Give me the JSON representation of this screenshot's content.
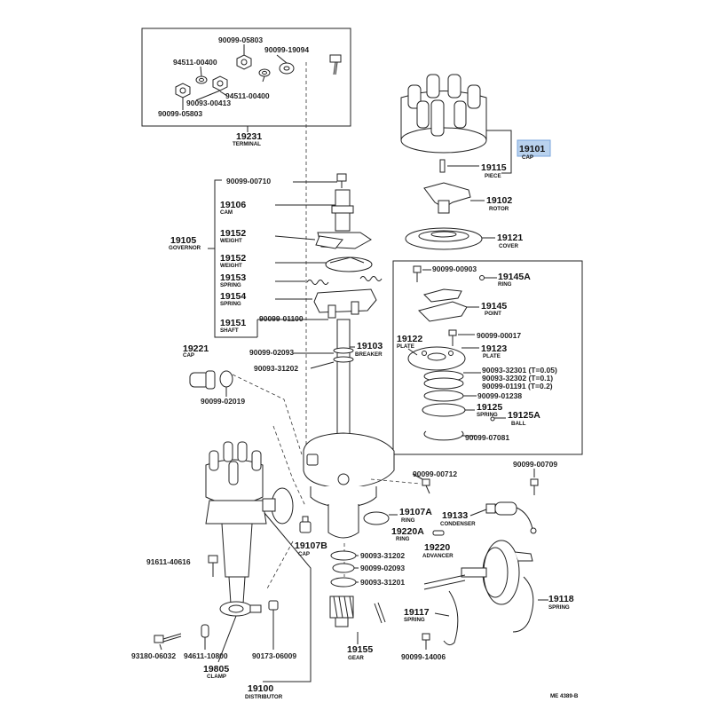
{
  "labels": {
    "terminal_box": {
      "p_90099_05803_a": "90099-05803",
      "p_90099_05803_b": "90099-05803",
      "p_94511_00400_a": "94511-00400",
      "p_94511_00400_b": "94511-00400",
      "p_90093_00413": "90093-00413",
      "p_90099_19094": "90099-19094",
      "terminal_num": "19231",
      "terminal_name": "TERMINAL"
    },
    "cap": {
      "num": "19101",
      "name": "CAP"
    },
    "piece": {
      "num": "19115",
      "name": "PIECE"
    },
    "rotor": {
      "num": "19102",
      "name": "ROTOR"
    },
    "cover": {
      "num": "19121",
      "name": "COVER"
    },
    "governor": {
      "p_90099_00710": "90099-00710",
      "cam_num": "19106",
      "cam_name": "CAM",
      "weight1_num": "19152",
      "weight1_name": "WEIGHT",
      "weight2_num": "19152",
      "weight2_name": "WEIGHT",
      "spring_num": "19153",
      "spring_name": "SPRING",
      "spring2_num": "19154",
      "spring2_name": "SPRING",
      "shaft_num": "19151",
      "shaft_name": "SHAFT",
      "governor_num": "19105",
      "governor_name": "GOVERNOR",
      "p_90099_01100": "90099-01100"
    },
    "breaker_box": {
      "p_90099_00903": "90099-00903",
      "ring_num": "19145A",
      "ring_name": "RING",
      "point_num": "19145",
      "point_name": "POINT",
      "p_90099_00017": "90099-00017",
      "plate1_num": "19122",
      "plate1_name": "PLATE",
      "plate2_num": "19123",
      "plate2_name": "PLATE",
      "p_90093_32301": "90093-32301 (T=0.05)",
      "p_90093_32302": "90093-32302 (T=0.1)",
      "p_90099_01191": "90099-01191 (T=0.2)",
      "p_90099_01238": "90099-01238",
      "spring_num": "19125",
      "spring_name": "SPRING",
      "ball_num": "19125A",
      "ball_name": "BALL",
      "p_90099_07081": "90099-07081"
    },
    "breaker": {
      "num": "19103",
      "name": "BREAKER"
    },
    "p_90099_02093_a": "90099-02093",
    "p_90093_31202_a": "90093-31202",
    "cap_left": {
      "num": "19221",
      "name": "CAP"
    },
    "p_90099_02019": "90099-02019",
    "p_90099_00712": "90099-00712",
    "p_90099_00709": "90099-00709",
    "ring_107a": {
      "num": "19107A",
      "name": "RING"
    },
    "condenser": {
      "num": "19133",
      "name": "CONDENSER"
    },
    "ring_220a": {
      "num": "19220A",
      "name": "RING"
    },
    "cap_107b": {
      "num": "19107B",
      "name": "CAP"
    },
    "p_90093_31202_b": "90093-31202",
    "p_90099_02093_b": "90099-02093",
    "p_90093_31201": "90093-31201",
    "advancer": {
      "num": "19220",
      "name": "ADVANCER"
    },
    "p_91611_40616": "91611-40616",
    "spring_118": {
      "num": "19118",
      "name": "SPRING"
    },
    "spring_117": {
      "num": "19117",
      "name": "SPRING"
    },
    "p_93180_06032": "93180-06032",
    "p_94611_10800": "94611-10800",
    "p_90173_06009": "90173-06009",
    "clamp": {
      "num": "19805",
      "name": "CLAMP"
    },
    "gear": {
      "num": "19155",
      "name": "GEAR"
    },
    "p_90099_14006": "90099-14006",
    "distributor": {
      "num": "19100",
      "name": "DISTRIBUTOR"
    },
    "footer_code": "ME 4389-B"
  },
  "colors": {
    "highlight": "#b9d2ee",
    "ink": "#222222"
  }
}
